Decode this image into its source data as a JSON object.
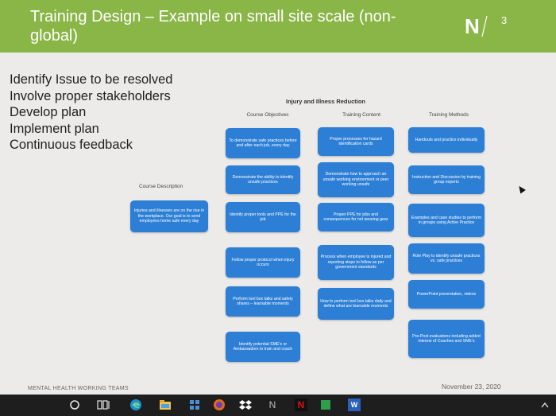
{
  "slide": {
    "title": "Training Design – Example on small site scale (non-global)",
    "number": "3",
    "bullets": [
      "Identify Issue to be resolved",
      "Involve proper stakeholders",
      "Develop plan",
      "Implement plan",
      "Continuous feedback"
    ],
    "chart": {
      "title": "Injury and Illness Reduction",
      "columns": [
        "Course Objectives",
        "Training Content",
        "Training Methods"
      ],
      "row_label": "Course Description",
      "description_box": "Injuries and illnesses are on the rise in the workplace. Our goal is to send employees home safe every day",
      "objectives": [
        "To demonstrate safe practices before and after each job, every day",
        "Demonstrate the ability to identify unsafe practices",
        "Identify proper tools and PPE for the job",
        "Follow proper protocol when injury occurs",
        "Perform tool box talks and safety shares – learnable moments",
        "Identify potential SME’s or Ambassadors to train and coach"
      ],
      "content": [
        "Proper processes for hazard identification cards",
        "Demonstrate how to approach an unsafe working environment or peer working unsafe",
        "Proper PPE for jobs and consequences for not wearing gear",
        "Process when employee is injured and reporting steps to follow as per government standards",
        "How to perform tool box talks daily and define what are learnable moments"
      ],
      "methods": [
        "Handouts and practice individually",
        "Instruction and Discussion by training group experts",
        "Examples and case studies to perform in groups using Active Practice",
        "Role Play to identify unsafe practices vs. safe practices",
        "PowerPoint presentation, videos",
        "Pre-Post evaluations including added interest of Coaches and SME’s"
      ]
    },
    "footer_left": "MENTAL HEALTH WORKING TEAMS",
    "footer_right": "November 23, 2020"
  },
  "taskbar": {
    "icons": [
      "start-circle-icon",
      "task-view-icon",
      "edge-icon",
      "file-explorer-icon",
      "firefox-icon",
      "dropbox-icon",
      "n-app-icon",
      "netflix-icon",
      "word-icon",
      "chevron-up-icon"
    ],
    "labels": {
      "n_app": "N",
      "netflix": "N",
      "word": "W"
    }
  },
  "colors": {
    "header": "#8ab547",
    "box": "#2d7fd6",
    "background": "#ecebea",
    "taskbar": "#1e1e1e"
  }
}
